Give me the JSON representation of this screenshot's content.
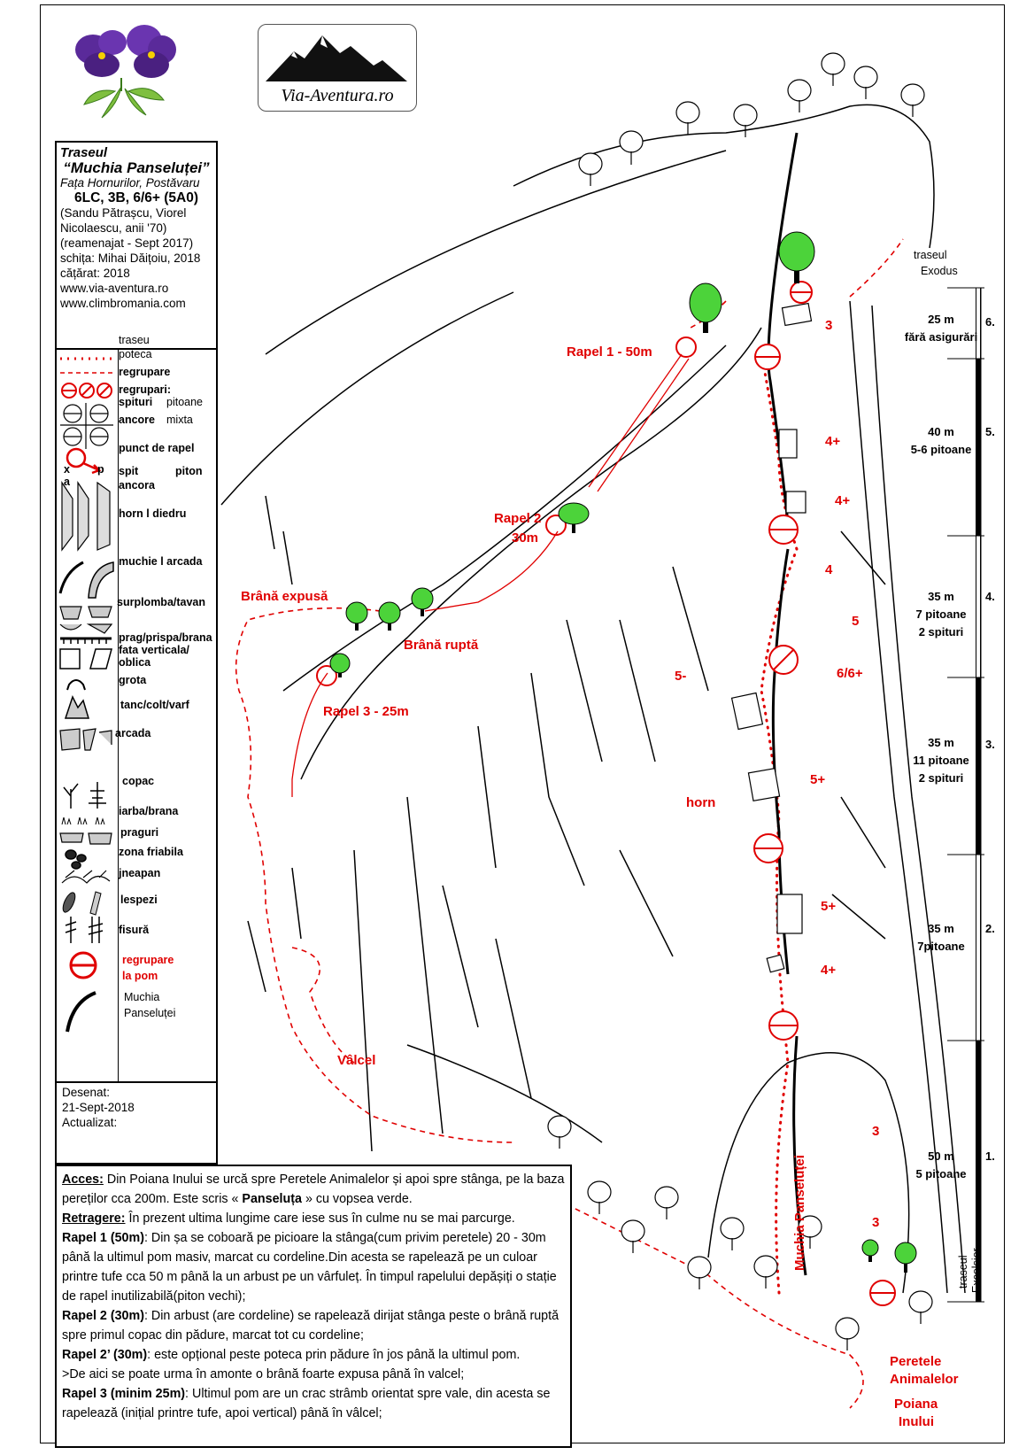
{
  "logo": {
    "text": "Via-Aventura.ro"
  },
  "info": {
    "route_label": "Traseul",
    "route_name": "“Muchia Panseluței”",
    "location": "Fața Hornurilor, Postăvaru",
    "grade": "6LC, 3B, 6/6+ (5A0)",
    "authors": "(Sandu Pătrașcu, Viorel Nicolaescu, anii '70)",
    "rebolted": "(reamenajat - Sept 2017)",
    "sketch": "schița: Mihai Dăițoiu, 2018",
    "climbed": "cățărat: 2018",
    "site1": "www.via-aventura.ro",
    "site2": "www.climbromania.com"
  },
  "legend": {
    "traseu": "traseu",
    "poteca": "poteca",
    "regrupare": "regrupare",
    "regrupari": "regrupari:",
    "spituri": "spituri",
    "pitoane": "pitoane",
    "ancore": "ancore",
    "mixta": "mixta",
    "punct_rapel": "punct de rapel",
    "spit": "spit",
    "piton": "piton",
    "ancora": "ancora",
    "x": "x",
    "p": "p",
    "a": "a",
    "horn": "horn   l  diedru",
    "muchie": "muchie l arcada",
    "surplomba": "surplomba/tavan",
    "prag": "prag/prispa/brana",
    "fata": "fata verticala/ oblica",
    "grota": "grota",
    "tanc": "tanc/colt/varf",
    "arcada": "arcada",
    "copac": "copac",
    "iarba": "iarba/brana",
    "praguri": "praguri",
    "friabila": "zona friabila",
    "jneapan": "jneapan",
    "lespezi": "lespezi",
    "fisura": "fisură",
    "pom1": "regrupare",
    "pom2": "la pom",
    "muchia1": "Muchia",
    "muchia2": "Panseluței"
  },
  "drawn": {
    "label": "Desenat:",
    "date": "21-Sept-2018",
    "updated": "Actualizat:"
  },
  "access": {
    "acces_label": "Acces:",
    "acces_text": " Din Poiana Inului se urcă spre Peretele Animalelor și apoi spre stânga, pe la baza pereților cca 200m. Este scris « ",
    "acces_bold": "Panseluța",
    "acces_end": " » cu vopsea verde.",
    "retragere_label": "Retragere:",
    "retragere_text": " În prezent ultima lungime care iese sus în culme nu se mai parcurge.",
    "r1_label": "Rapel 1 (50m)",
    "r1_text": ": Din șa se coboară pe picioare la stânga(cum privim peretele) 20 - 30m până la ultimul pom masiv, marcat cu cordeline.Din acesta se rapelează pe un culoar printre tufe cca 50 m până la un arbust pe un vârfuleț. În timpul rapelului depășiți o stație de rapel inutilizabilă(piton vechi);",
    "r2_label": "Rapel 2 (30m)",
    "r2_text": ": Din arbust (are cordeline) se rapelează dirijat stânga peste o brână ruptă spre primul copac din pădure, marcat tot cu cordeline;",
    "r2b_label": "Rapel 2’ (30m)",
    "r2b_text": ": este opțional peste poteca prin pădure în jos până la ultimul pom.",
    "r2c_text": ">De aici se poate urma în amonte o brână foarte expusa până în valcel;",
    "r3_label": "Rapel 3 (minim 25m)",
    "r3_text": ": Ultimul pom are un crac strâmb orientat spre vale, din acesta se rapelează (inițial printre tufe, apoi vertical) până în vâlcel;"
  },
  "map": {
    "rapel1": "Rapel 1 - 50m",
    "rapel2a": "Rapel 2",
    "rapel2b": "30m",
    "rapel3": "Rapel 3 - 25m",
    "brana_expusa": "Brână expusă",
    "brana_rupta": "Brână ruptă",
    "valcel": "Vâlcel",
    "horn": "horn",
    "muchia_vertical": "Muchia Panseluței",
    "peretele1": "Peretele",
    "peretele2": "Animalelor",
    "poiana1": "Poiana",
    "poiana2": "Inului",
    "exodus1": "traseul",
    "exodus2": "Exodus",
    "excelsior1": "traseul",
    "excelsior2": "Excelsior",
    "grades": [
      "3",
      "4+",
      "4+",
      "4",
      "5",
      "6/6+",
      "5-",
      "5+",
      "5+",
      "4+",
      "3",
      "3"
    ]
  },
  "pitches": [
    {
      "num": "6.",
      "len": "25 m",
      "desc": "fără asigurări"
    },
    {
      "num": "5.",
      "len": "40 m",
      "desc": "5-6 pitoane"
    },
    {
      "num": "4.",
      "len": "35 m",
      "desc": "7 pitoane",
      "desc2": "2 spituri"
    },
    {
      "num": "3.",
      "len": "35 m",
      "desc": "11 pitoane",
      "desc2": "2 spituri"
    },
    {
      "num": "2.",
      "len": "35 m",
      "desc": "7pitoane"
    },
    {
      "num": "1.",
      "len": "50 m",
      "desc": "5 pitoane"
    }
  ]
}
